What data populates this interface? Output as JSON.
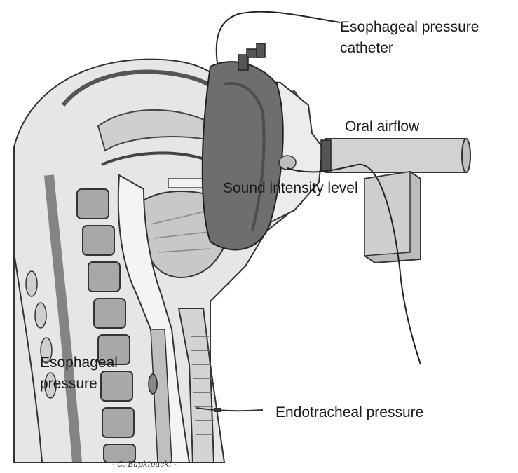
{
  "labels": {
    "esophageal_catheter_line1": "Esophageal pressure",
    "esophageal_catheter_line2": "catheter",
    "oral_airflow": "Oral airflow",
    "sound_intensity": "Sound intensity level",
    "esophageal_pressure_line1": "Esophageal",
    "esophageal_pressure_line2": "pressure",
    "endotracheal_pressure": "Endotracheal pressure"
  },
  "signature": "- C. Bapkipucki -",
  "colors": {
    "mask": "#6e6e6e",
    "skin": "#d9d9d9",
    "tissue": "#bdbdbd",
    "bone": "#9a9a9a",
    "pipe": "#cfcfcf",
    "box": "#b8b8b8",
    "ink": "#222222"
  }
}
